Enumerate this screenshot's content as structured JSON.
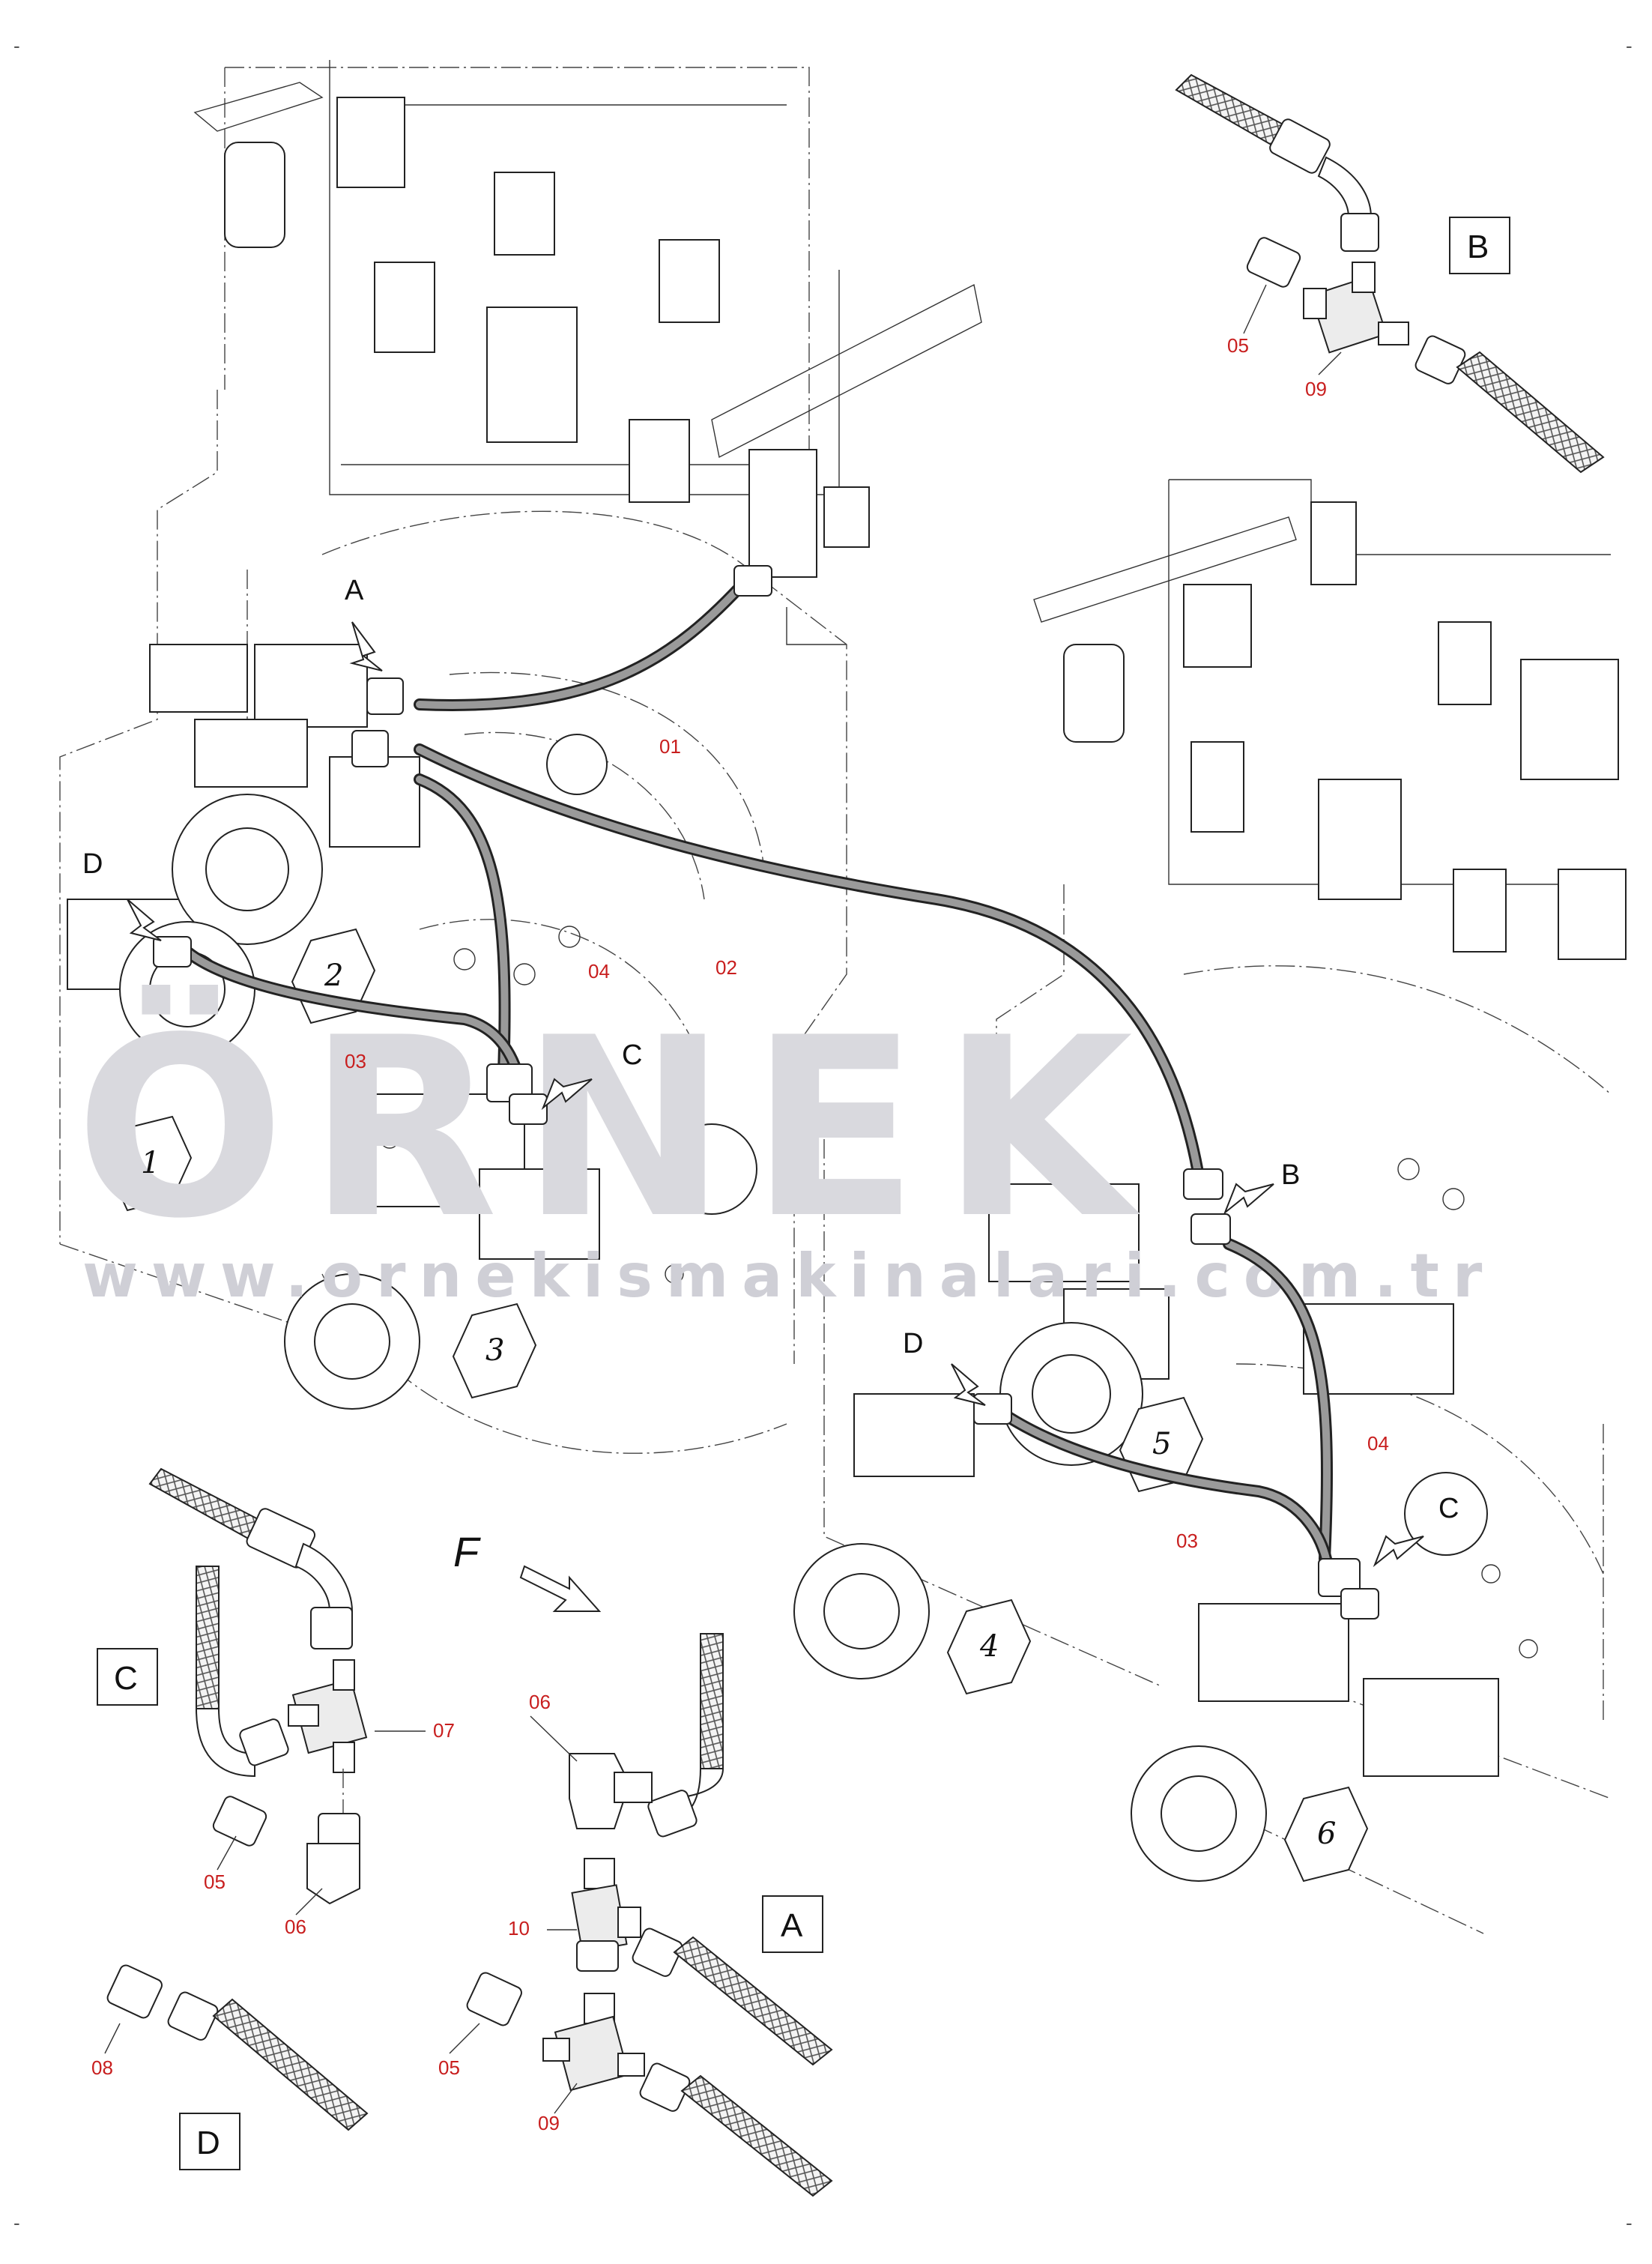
{
  "watermark": {
    "brand": "ÖRNEK",
    "url": "www.ornekismakinalari.com.tr"
  },
  "corner_marks": {
    "top_left": "-",
    "top_right": "-",
    "bottom_left": "-",
    "bottom_right": "-"
  },
  "view_labels": {
    "A": "A",
    "B": "B",
    "C": "C",
    "D": "D",
    "F": "F"
  },
  "cylinder_numbers": [
    "1",
    "2",
    "3",
    "4",
    "5",
    "6"
  ],
  "part_numbers": {
    "p01": "01",
    "p02": "02",
    "p03": "03",
    "p04": "04",
    "p05": "05",
    "p06": "06",
    "p07": "07",
    "p08": "08",
    "p09": "09",
    "p10": "10"
  },
  "detail_boxes": {
    "A": "A",
    "B": "B",
    "C": "C",
    "D": "D"
  }
}
